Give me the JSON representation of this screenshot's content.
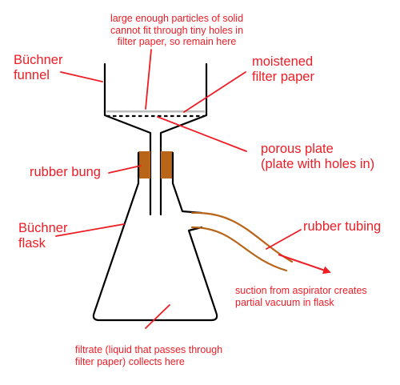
{
  "colors": {
    "label": "#ee1c25",
    "apparatus": "#000000",
    "rubber": "#b8651a",
    "filter_paper": "#bdbdbd"
  },
  "labels": {
    "residue_note": [
      "large enough particles of solid",
      "cannot fit through tiny holes in",
      "filter paper, so remain here"
    ],
    "buchner_funnel": [
      "Büchner",
      "funnel"
    ],
    "filter_paper": [
      "moistened",
      "filter paper"
    ],
    "porous_plate": [
      "porous plate",
      "(plate with holes in)"
    ],
    "rubber_bung": [
      "rubber bung"
    ],
    "buchner_flask": [
      "Büchner",
      "flask"
    ],
    "rubber_tubing": [
      "rubber tubing"
    ],
    "suction_note": [
      "suction from aspirator creates",
      "partial vacuum in flask"
    ],
    "filtrate_note": [
      "filtrate (liquid that passes through",
      "filter paper) collects here"
    ]
  }
}
